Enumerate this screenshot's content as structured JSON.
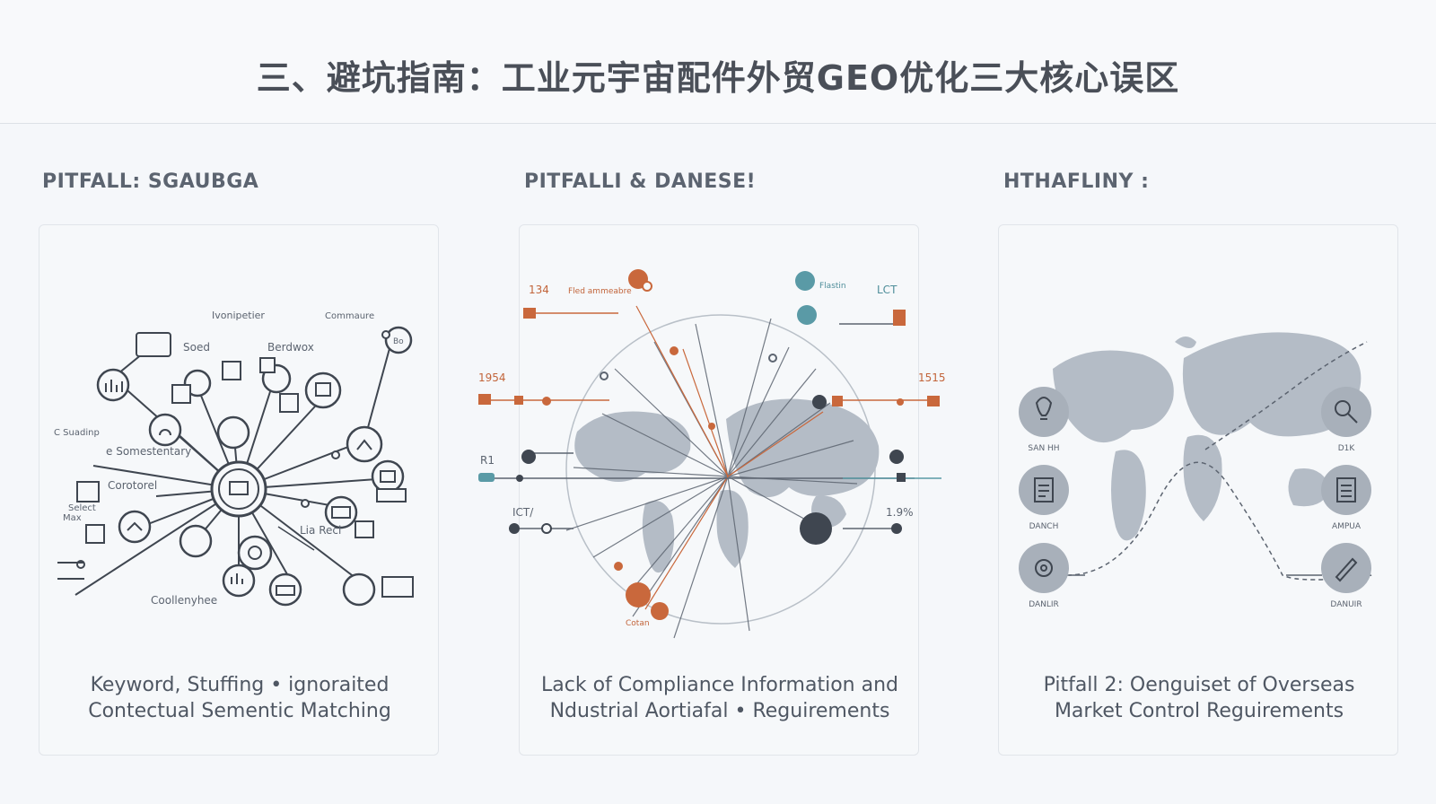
{
  "header": {
    "title": "三、避坑指南：工业元宇宙配件外贸GEO优化三大核心误区"
  },
  "panels": [
    {
      "label": "PITFALL: SGAUBGA",
      "caption_line1": "Keyword, Stuffing • ignoraited",
      "caption_line2": "Contectual Sementic Matching",
      "nodes": [
        "Ivonipetier",
        "Commaure",
        "Soed",
        "Berdwox",
        "Bo",
        "C Suadinp",
        "e Somestentary",
        "Corotorel",
        "Select",
        "Max",
        "Lia Recl",
        "Coollenyhee"
      ]
    },
    {
      "label": "PITFALLI & DANESE!",
      "caption_line1": "Lack of Compliance Information and",
      "caption_line2": "Ndustrial Aortiafal • Reguirements",
      "tags": [
        "134",
        "Fled ammeabre",
        "Flastin",
        "LCT",
        "1954",
        "1515",
        "R1",
        "ICT/",
        "1.9%",
        "Cotan"
      ]
    },
    {
      "label": "HTHAFLINY :",
      "caption_line1": "Pitfall 2: Oenguiset of Overseas",
      "caption_line2": "Market Control Reguirements",
      "icon_labels": [
        "SAN HH",
        "DANCH",
        "DANLIR",
        "D1K",
        "AMPUA",
        "DANUIR"
      ]
    }
  ],
  "colors": {
    "accent_orange": "#c9683c",
    "accent_teal": "#5a9aa6",
    "map_gray": "#b4bcc6",
    "icon_circle": "#a8b0ba",
    "line_dark": "#3f4650"
  }
}
